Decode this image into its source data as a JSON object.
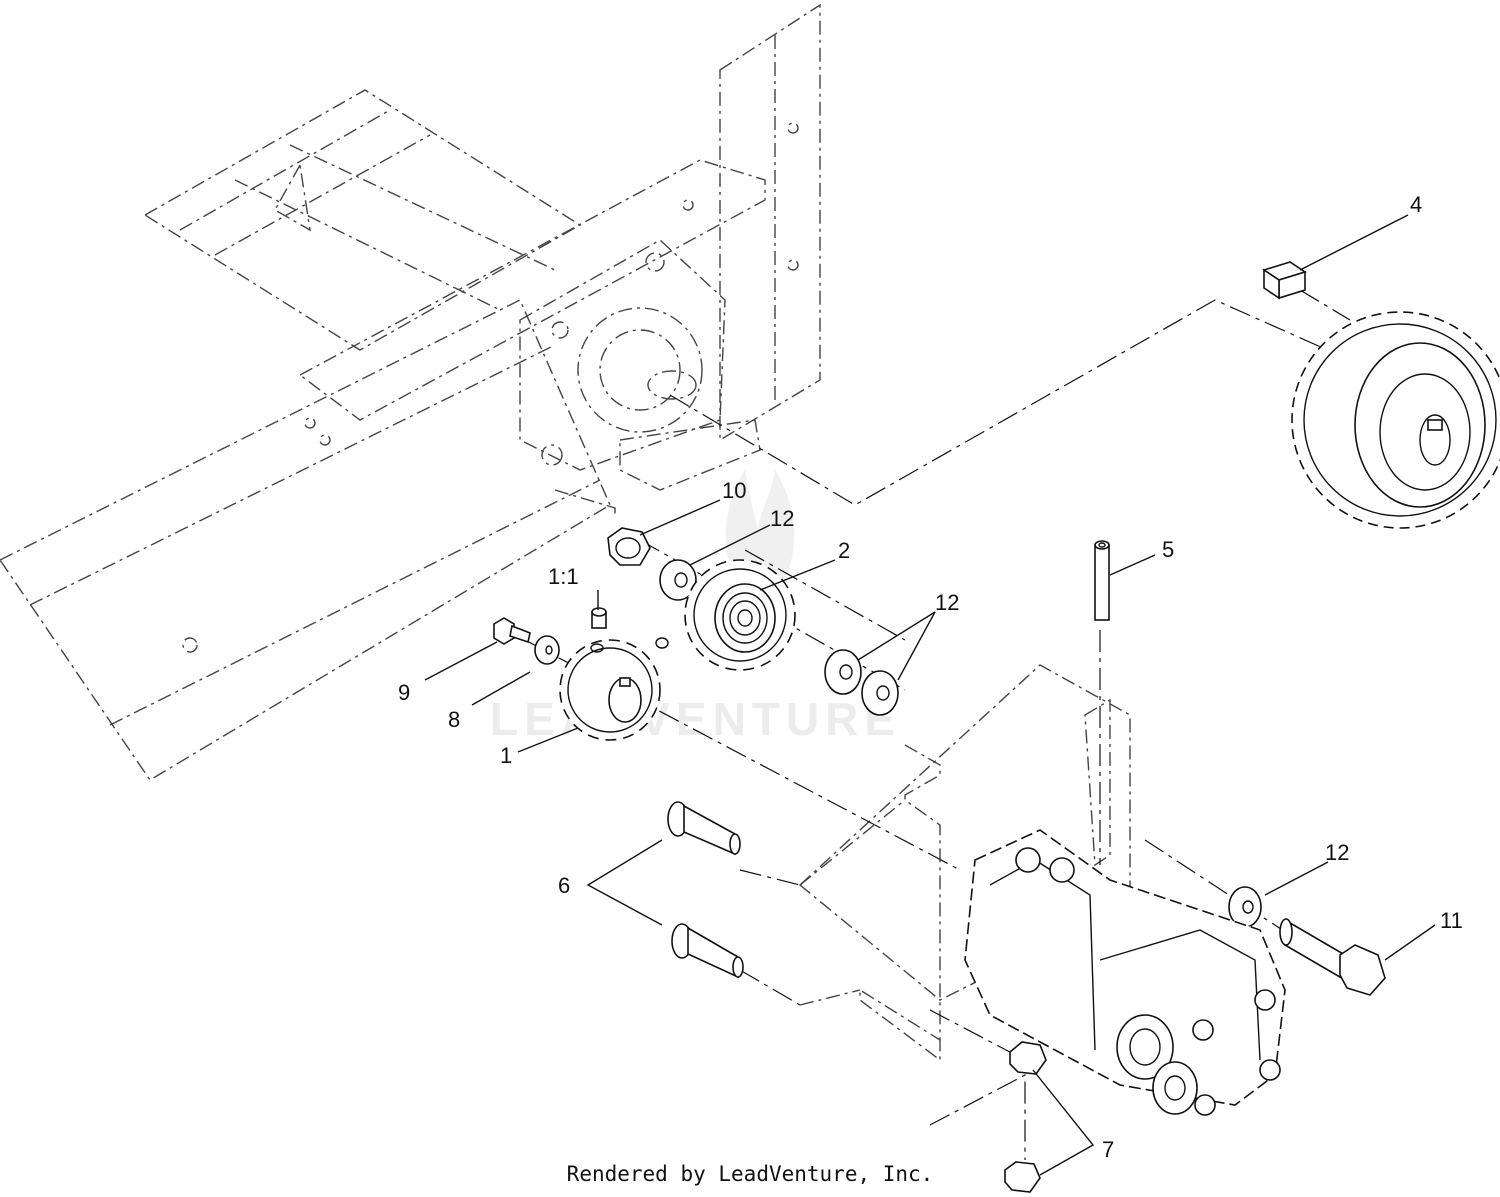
{
  "callouts": [
    {
      "id": "c1",
      "label": "1"
    },
    {
      "id": "c1-1",
      "label": "1:1"
    },
    {
      "id": "c2",
      "label": "2"
    },
    {
      "id": "c4",
      "label": "4"
    },
    {
      "id": "c5",
      "label": "5"
    },
    {
      "id": "c6",
      "label": "6"
    },
    {
      "id": "c7",
      "label": "7"
    },
    {
      "id": "c8",
      "label": "8"
    },
    {
      "id": "c9",
      "label": "9"
    },
    {
      "id": "c10",
      "label": "10"
    },
    {
      "id": "c11",
      "label": "11"
    },
    {
      "id": "c12a",
      "label": "12"
    },
    {
      "id": "c12b",
      "label": "12"
    },
    {
      "id": "c12c",
      "label": "12"
    }
  ],
  "watermark": "LEADVENTURE",
  "footer": "Rendered by LeadVenture, Inc."
}
